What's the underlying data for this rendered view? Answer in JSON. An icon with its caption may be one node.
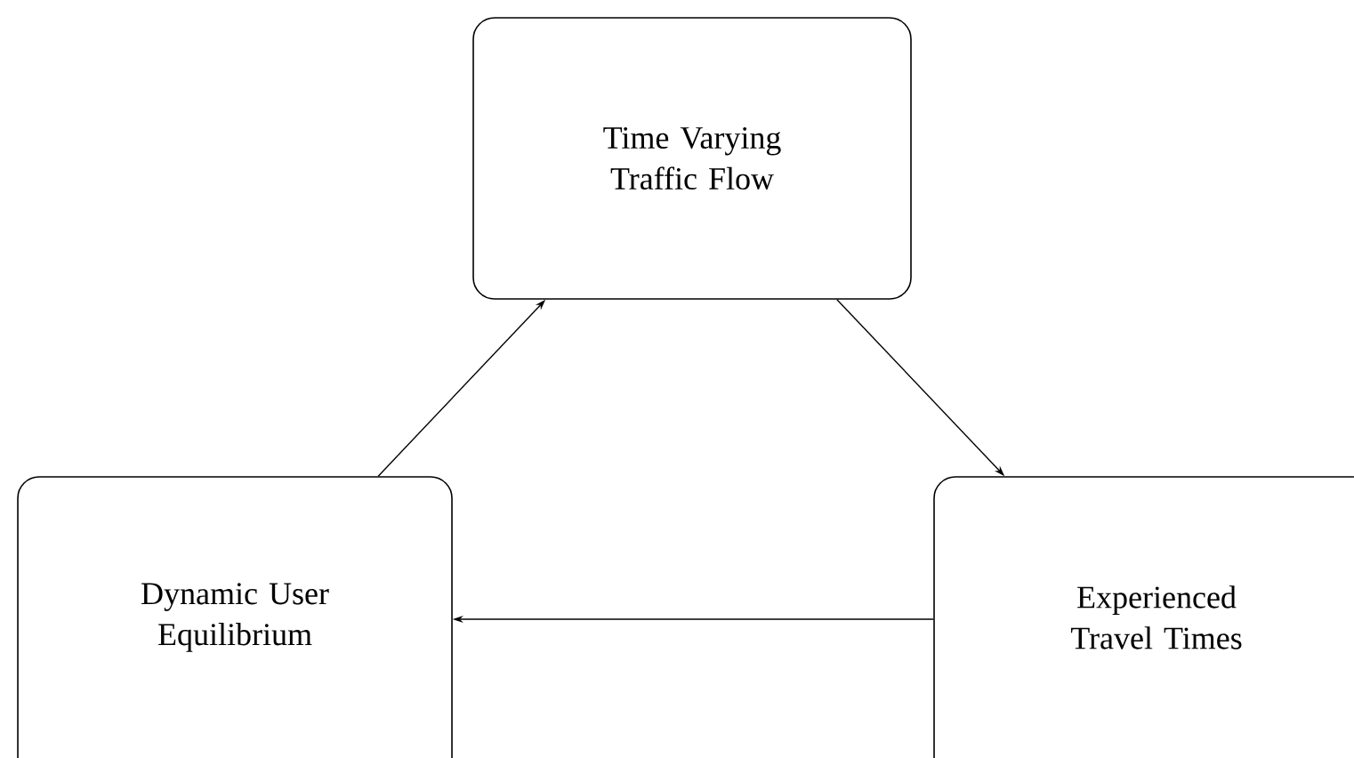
{
  "diagram": {
    "nodes": [
      {
        "text": [
          "Time Varying Traffic Flow"
        ]
      },
      {
        "text": [
          "Dynamic User Equilibrium"
        ]
      },
      {
        "text": [
          "Experienced Travel Times"
        ]
      }
    ],
    "edges": [
      {
        "from": 1,
        "to": 0,
        "arrow": "to"
      },
      {
        "from": 0,
        "to": 2,
        "arrow": "to"
      },
      {
        "from": 2,
        "to": 1,
        "arrow": "to"
      }
    ]
  }
}
